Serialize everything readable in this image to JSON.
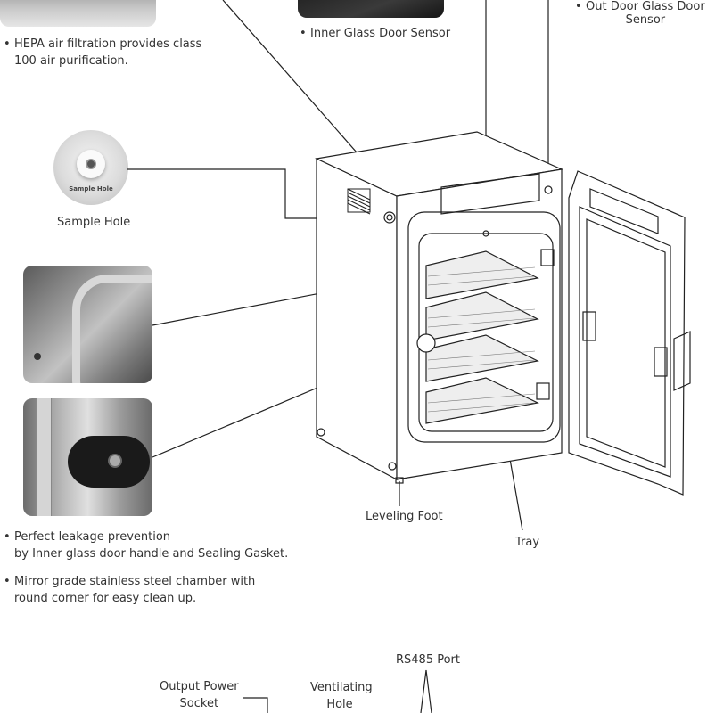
{
  "labels": {
    "hepa_line1": "HEPA air filtration provides class",
    "hepa_line2": "100 air purification.",
    "inner_glass_sensor": "Inner Glass Door Sensor",
    "out_door_line1": "Out Door Glass Door",
    "out_door_line2": "Sensor",
    "sample_hole": "Sample Hole",
    "sample_hole_photo_text": "Sample Hole",
    "leveling_foot": "Leveling Foot",
    "tray": "Tray",
    "leakage_line1": "Perfect leakage prevention",
    "leakage_line2": "by Inner glass door handle and Sealing Gasket.",
    "mirror_line1": "Mirror grade stainless steel chamber with",
    "mirror_line2": "round corner for easy clean up.",
    "rs485_port": "RS485 Port",
    "output_power_line1": "Output Power",
    "output_power_line2": "Socket",
    "ventilating_line1": "Ventilating",
    "ventilating_line2": "Hole"
  }
}
